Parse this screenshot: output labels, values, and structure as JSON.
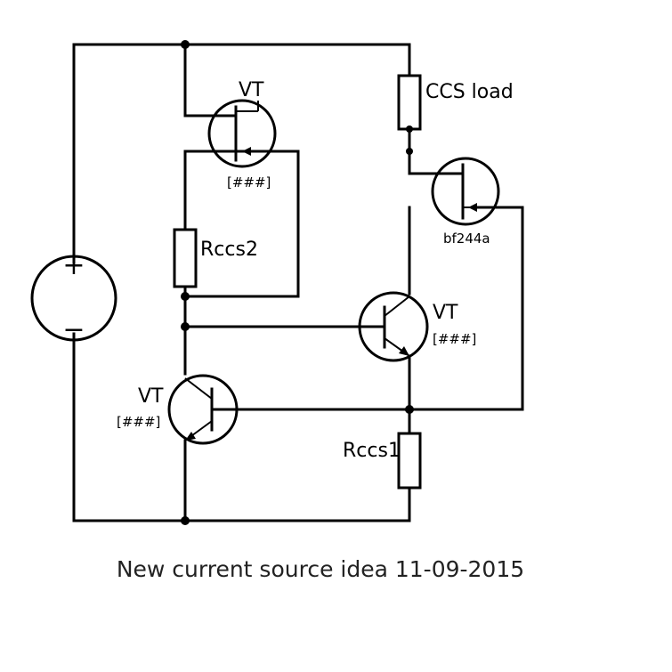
{
  "labels": {
    "vt_top": "VT",
    "vt_top_part": "[###]",
    "ccs_load": "CCS load",
    "jfet_part": "bf244a",
    "rccs2": "Rccs2",
    "vt_mid": "VT",
    "vt_mid_part": "[###]",
    "vt_low": "VT",
    "vt_low_part": "[###]",
    "rccs1": "Rccs1",
    "source_plus": "+",
    "source_minus": "−"
  },
  "caption": "New current source idea 11-09-2015"
}
